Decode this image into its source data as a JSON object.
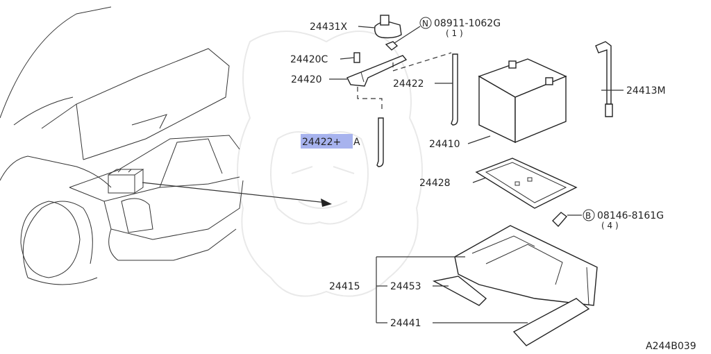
{
  "diagram": {
    "parts": [
      {
        "id": "p1",
        "number": "24431X"
      },
      {
        "id": "p2",
        "number": "24420C"
      },
      {
        "id": "p3",
        "number": "24420"
      },
      {
        "id": "p4",
        "number": "24422"
      },
      {
        "id": "p5",
        "number": "24422+A",
        "highlighted_text": "24422+",
        "suffix": "A"
      },
      {
        "id": "p6",
        "number": "24410"
      },
      {
        "id": "p7",
        "number": "24428"
      },
      {
        "id": "p8",
        "number": "24413M"
      },
      {
        "id": "p9",
        "number": "24415"
      },
      {
        "id": "p10",
        "number": "24453"
      },
      {
        "id": "p11",
        "number": "24441"
      }
    ],
    "fasteners": [
      {
        "id": "f1",
        "prefix": "N",
        "number": "08911-1062G",
        "qty": "( 1 )"
      },
      {
        "id": "f2",
        "prefix": "B",
        "number": "08146-8161G",
        "qty": "( 4 )"
      }
    ],
    "drawing_code": "A244B039",
    "colors": {
      "highlight": "#a7b3ee",
      "line": "#222222",
      "watermark": "#e9e9e9"
    }
  }
}
